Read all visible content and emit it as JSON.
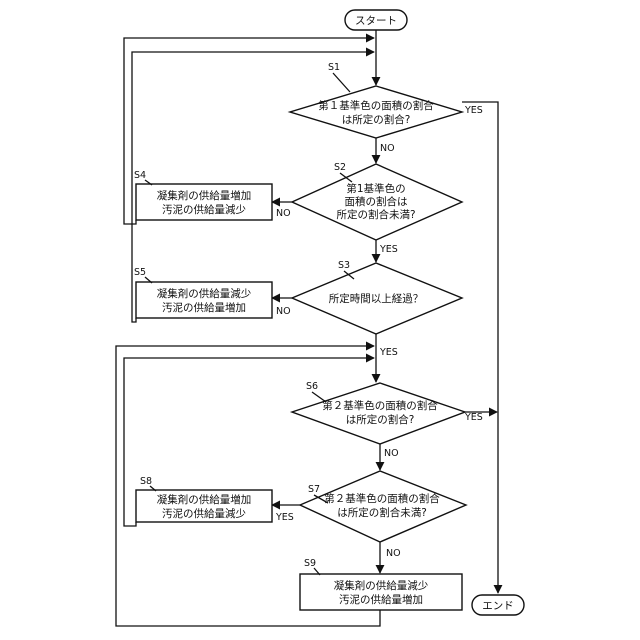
{
  "terminals": {
    "start": "スタート",
    "end": "エンド"
  },
  "steps": {
    "s1": {
      "id": "S1",
      "lines": [
        "第１基準色の面積の割合",
        "は所定の割合?"
      ]
    },
    "s2": {
      "id": "S2",
      "lines": [
        "第1基準色の",
        "面積の割合は",
        "所定の割合未満?"
      ]
    },
    "s3": {
      "id": "S3",
      "lines": [
        "所定時間以上経過？"
      ]
    },
    "s4": {
      "id": "S4",
      "lines": [
        "凝集剤の供給量増加",
        "汚泥の供給量減少"
      ]
    },
    "s5": {
      "id": "S5",
      "lines": [
        "凝集剤の供給量減少",
        "汚泥の供給量増加"
      ]
    },
    "s6": {
      "id": "S6",
      "lines": [
        "第２基準色の面積の割合",
        "は所定の割合?"
      ]
    },
    "s7": {
      "id": "S7",
      "lines": [
        "第２基準色の面積の割合",
        "は所定の割合未満?"
      ]
    },
    "s8": {
      "id": "S8",
      "lines": [
        "凝集剤の供給量増加",
        "汚泥の供給量減少"
      ]
    },
    "s9": {
      "id": "S9",
      "lines": [
        "凝集剤の供給量減少",
        "汚泥の供給量増加"
      ]
    }
  },
  "branches": {
    "s1_yes": "YES",
    "s1_no": "NO",
    "s2_no": "NO",
    "s2_yes": "YES",
    "s3_no": "NO",
    "s3_yes": "YES",
    "s6_yes": "YES",
    "s6_no": "NO",
    "s7_yes": "YES",
    "s7_no": "NO"
  }
}
